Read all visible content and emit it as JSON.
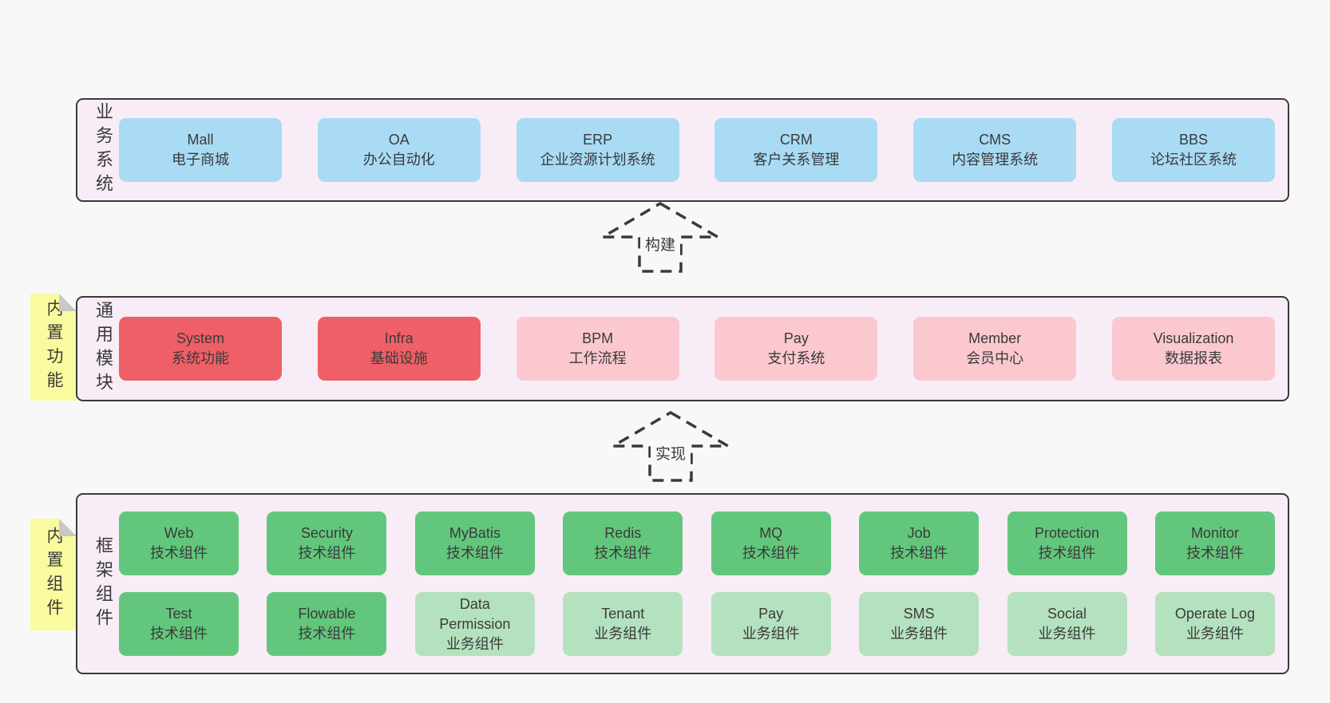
{
  "colors": {
    "page_bg": "#f8f8f8",
    "band_bg": "#f8edf6",
    "band_border": "#3a3a3a",
    "text": "#3a3a3a",
    "blue": "#a9dbf4",
    "red": "#ef5f67",
    "pink": "#fbc8d0",
    "green_dark": "#62c77c",
    "green_light": "#b5e2be",
    "sticky_bg": "#fafa9e",
    "sticky_fold": "#c8c8c8"
  },
  "arrows": [
    {
      "id": "build",
      "label": "构建"
    },
    {
      "id": "implement",
      "label": "实现"
    }
  ],
  "bands": [
    {
      "id": "business-systems",
      "label": "业务系统",
      "sticky": null,
      "rows": [
        [
          {
            "en": "Mall",
            "zh": "电子商城",
            "variant": "blue"
          },
          {
            "en": "OA",
            "zh": "办公自动化",
            "variant": "blue"
          },
          {
            "en": "ERP",
            "zh": "企业资源计划系统",
            "variant": "blue"
          },
          {
            "en": "CRM",
            "zh": "客户关系管理",
            "variant": "blue"
          },
          {
            "en": "CMS",
            "zh": "内容管理系统",
            "variant": "blue"
          },
          {
            "en": "BBS",
            "zh": "论坛社区系统",
            "variant": "blue"
          }
        ]
      ]
    },
    {
      "id": "common-modules",
      "label": "通用模块",
      "sticky": "内置功能",
      "rows": [
        [
          {
            "en": "System",
            "zh": "系统功能",
            "variant": "red"
          },
          {
            "en": "Infra",
            "zh": "基础设施",
            "variant": "red"
          },
          {
            "en": "BPM",
            "zh": "工作流程",
            "variant": "pink"
          },
          {
            "en": "Pay",
            "zh": "支付系统",
            "variant": "pink"
          },
          {
            "en": "Member",
            "zh": "会员中心",
            "variant": "pink"
          },
          {
            "en": "Visualization",
            "zh": "数据报表",
            "variant": "pink"
          }
        ]
      ]
    },
    {
      "id": "framework-components",
      "label": "框架组件",
      "sticky": "内置组件",
      "rows": [
        [
          {
            "en": "Web",
            "zh": "技术组件",
            "variant": "green-dark"
          },
          {
            "en": "Security",
            "zh": "技术组件",
            "variant": "green-dark"
          },
          {
            "en": "MyBatis",
            "zh": "技术组件",
            "variant": "green-dark"
          },
          {
            "en": "Redis",
            "zh": "技术组件",
            "variant": "green-dark"
          },
          {
            "en": "MQ",
            "zh": "技术组件",
            "variant": "green-dark"
          },
          {
            "en": "Job",
            "zh": "技术组件",
            "variant": "green-dark"
          },
          {
            "en": "Protection",
            "zh": "技术组件",
            "variant": "green-dark"
          },
          {
            "en": "Monitor",
            "zh": "技术组件",
            "variant": "green-dark"
          }
        ],
        [
          {
            "en": "Test",
            "zh": "技术组件",
            "variant": "green-dark"
          },
          {
            "en": "Flowable",
            "zh": "技术组件",
            "variant": "green-dark"
          },
          {
            "en": "Data Permission",
            "zh": "业务组件",
            "variant": "green-light"
          },
          {
            "en": "Tenant",
            "zh": "业务组件",
            "variant": "green-light"
          },
          {
            "en": "Pay",
            "zh": "业务组件",
            "variant": "green-light"
          },
          {
            "en": "SMS",
            "zh": "业务组件",
            "variant": "green-light"
          },
          {
            "en": "Social",
            "zh": "业务组件",
            "variant": "green-light"
          },
          {
            "en": "Operate Log",
            "zh": "业务组件",
            "variant": "green-light"
          }
        ]
      ]
    }
  ]
}
